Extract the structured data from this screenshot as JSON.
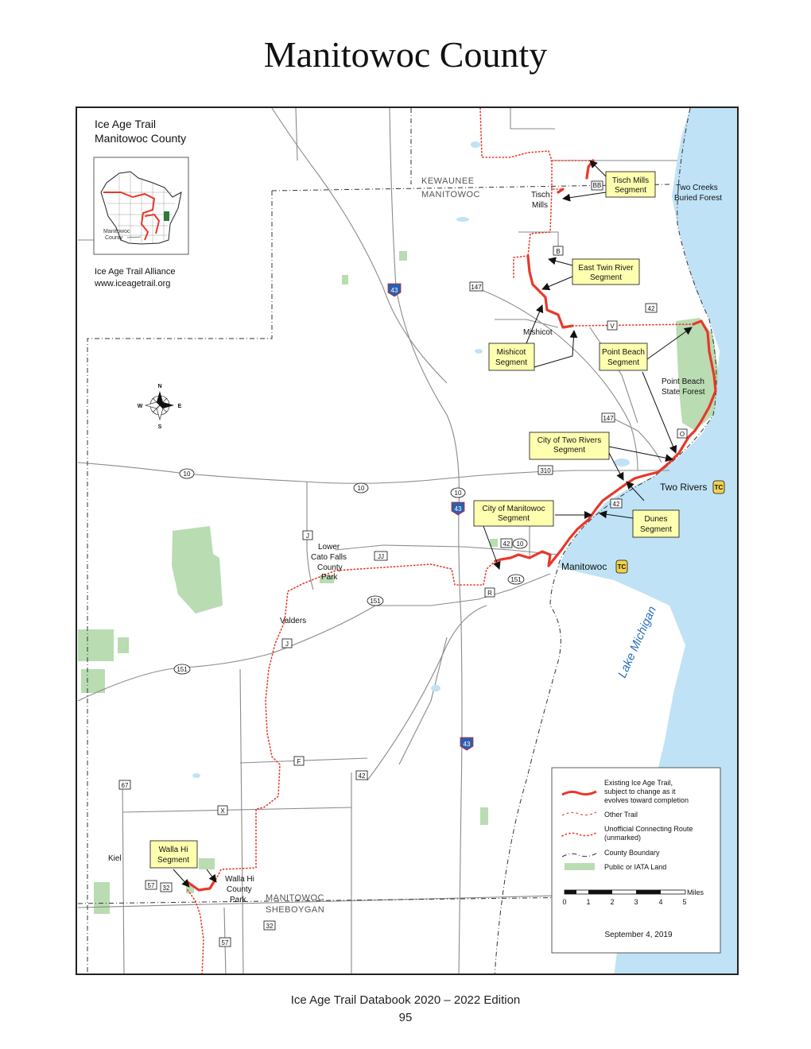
{
  "page": {
    "title": "Manitowoc County",
    "footer_line1": "Ice Age Trail Databook 2020 – 2022 Edition",
    "footer_line2": "95"
  },
  "map": {
    "header_line1": "Ice Age Trail",
    "header_line2": "Manitowoc County",
    "inset_label_line1": "Manitowoc",
    "inset_label_line2": "County",
    "org_line1": "Ice Age Trail Alliance",
    "org_line2": "www.iceagetrail.org",
    "compass": {
      "n": "N",
      "s": "S",
      "e": "E",
      "w": "W"
    },
    "county_labels": {
      "kewaunee": "KEWAUNEE",
      "manitowoc_north": "MANITOWOC",
      "manitowoc_south": "MANITOWOC",
      "sheboygan": "SHEBOYGAN"
    },
    "places": {
      "tisch_line1": "Tisch",
      "tisch_line2": "Mills",
      "two_creeks_line1": "Two Creeks",
      "two_creeks_line2": "Buried Forest",
      "mishicot": "Mishicot",
      "point_beach_line1": "Point Beach",
      "point_beach_line2": "State Forest",
      "two_rivers": "Two Rivers",
      "manitowoc": "Manitowoc",
      "lower_cato_line1": "Lower",
      "lower_cato_line2": "Cato Falls",
      "lower_cato_line3": "County",
      "lower_cato_line4": "Park",
      "valders": "Valders",
      "kiel": "Kiel",
      "walla_hi_line1": "Walla Hi",
      "walla_hi_line2": "County",
      "walla_hi_line3": "Park",
      "lake_michigan": "Lake Michigan"
    },
    "segments": {
      "tisch_mills_line1": "Tisch Mills",
      "tisch_mills_line2": "Segment",
      "east_twin_line1": "East Twin River",
      "east_twin_line2": "Segment",
      "mishicot_line1": "Mishicot",
      "mishicot_line2": "Segment",
      "point_beach_line1": "Point Beach",
      "point_beach_line2": "Segment",
      "two_rivers_line1": "City of Two Rivers",
      "two_rivers_line2": "Segment",
      "manitowoc_line1": "City of Manitowoc",
      "manitowoc_line2": "Segment",
      "dunes_line1": "Dunes",
      "dunes_line2": "Segment",
      "walla_hi_line1": "Walla Hi",
      "walla_hi_line2": "Segment"
    },
    "routes": {
      "bb": "BB",
      "b": "B",
      "v": "V",
      "o": "O",
      "j1": "J",
      "jj": "JJ",
      "r": "R",
      "j2": "J",
      "f": "F",
      "x": "X",
      "s147a": "147",
      "s147b": "147",
      "s42a": "42",
      "s42b": "42",
      "s42c": "42",
      "s42d": "42",
      "s310": "310",
      "us10a": "10",
      "us10b": "10",
      "us10c": "10",
      "us10d": "10",
      "us151a": "151",
      "us151b": "151",
      "us151c": "151",
      "i43a": "43",
      "i43b": "43",
      "i43c": "43",
      "s67": "67",
      "s57a": "57",
      "s57b": "57",
      "s32a": "32",
      "s32b": "32"
    },
    "legend": {
      "existing_line1": "Existing Ice Age Trail,",
      "existing_line2": "subject to change as it",
      "existing_line3": "evolves toward completion",
      "other": "Other Trail",
      "unofficial_line1": "Unofficial Connecting Route",
      "unofficial_line2": "(unmarked)",
      "county_boundary": "County Boundary",
      "public_land": "Public or IATA Land",
      "miles": "Miles",
      "scale_ticks": [
        "0",
        "1",
        "2",
        "3",
        "4",
        "5"
      ],
      "date": "September 4, 2019"
    },
    "tc_badge": "TC",
    "colors": {
      "trail": "#e8382a",
      "lake": "#bfe2f6",
      "public_land": "#b9dcb2",
      "road": "#8a8a8a",
      "callout": "#ffffb0"
    }
  }
}
